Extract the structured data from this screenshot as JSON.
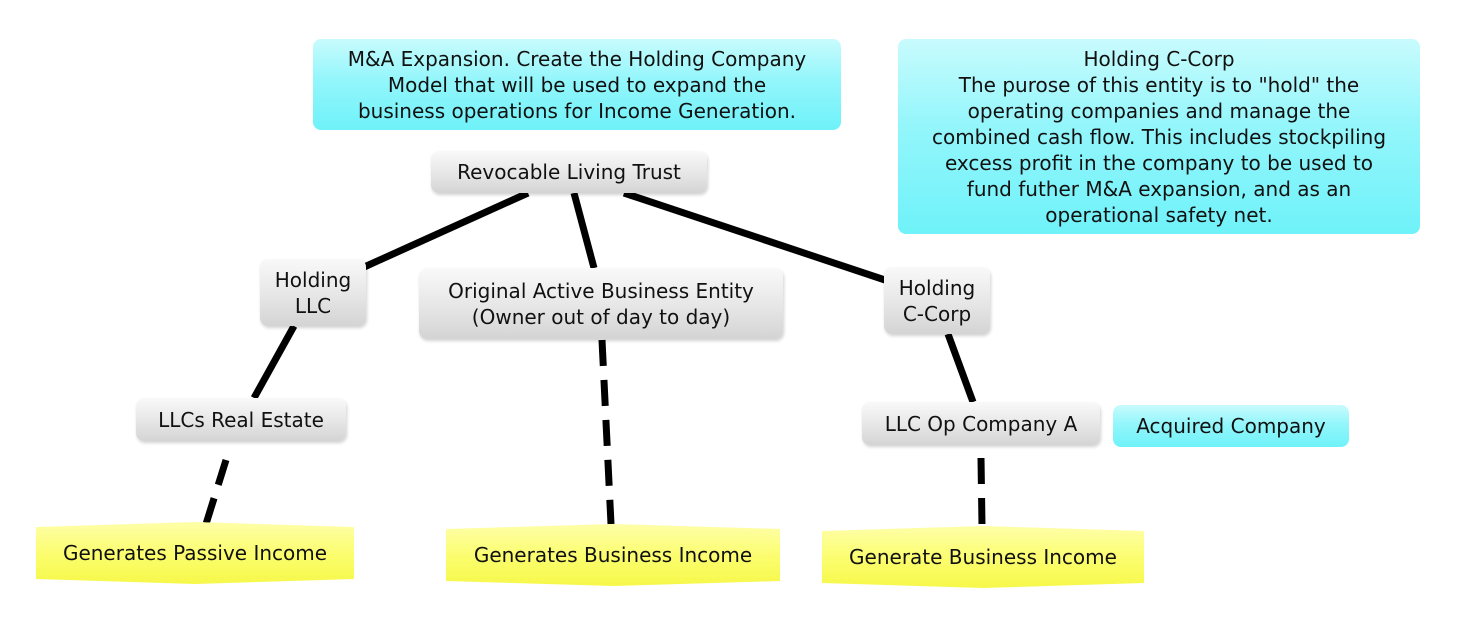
{
  "diagram": {
    "notes": {
      "ma_expansion": "M&A Expansion. Create the Holding Company\nModel that will be used to expand the\nbusiness operations for Income Generation.",
      "holding_ccorp_purpose": "Holding C-Corp\nThe purose of this entity is to \"hold\" the\noperating companies and manage the\ncombined cash flow. This includes stockpiling\nexcess profit in the company to be used to\nfund futher M&A expansion, and as an\noperational safety net.",
      "acquired_company": "Acquired Company"
    },
    "nodes": {
      "trust": "Revocable Living Trust",
      "holding_llc": "Holding\nLLC",
      "original_entity": "Original Active Business Entity\n(Owner out of day to day)",
      "holding_ccorp": "Holding\nC-Corp",
      "llcs_real_estate": "LLCs Real Estate",
      "llc_op_company_a": "LLC Op Company A"
    },
    "outcomes": {
      "passive": "Generates Passive Income",
      "business": "Generates Business Income",
      "business_ccorp": "Generate Business Income"
    },
    "colors": {
      "connector": "#000000",
      "note_fill": "#8ff5fb",
      "node_fill": "#e3e3e3",
      "outcome_fill": "#fafc66"
    }
  }
}
